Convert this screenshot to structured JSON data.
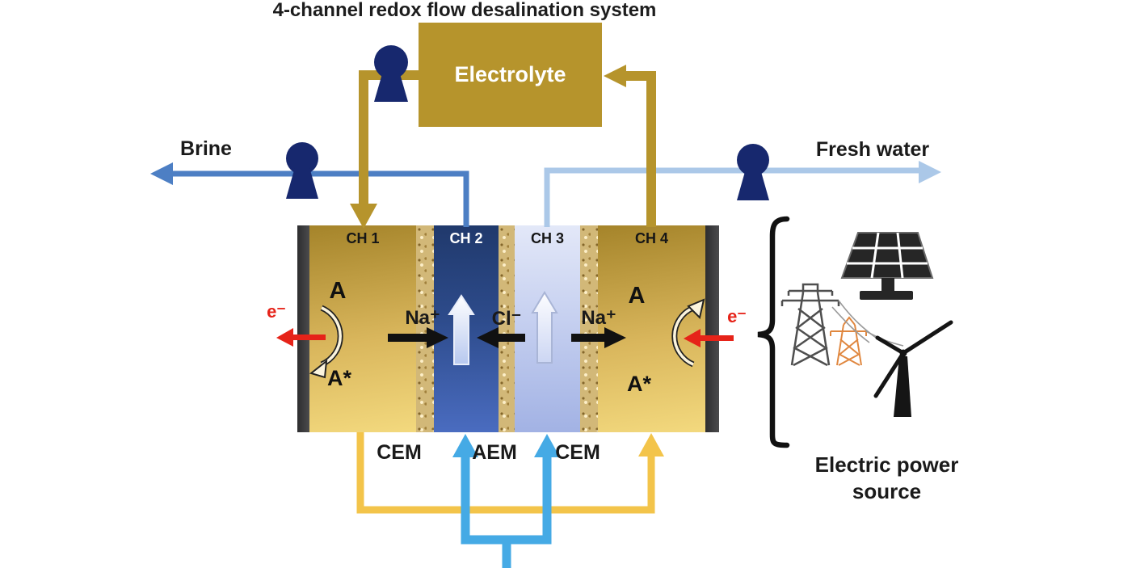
{
  "title": "4-channel redox flow desalination system",
  "electrolyte": {
    "label": "Electrolyte"
  },
  "streams": {
    "brine_label": "Brine",
    "fresh_water_label": "Fresh water"
  },
  "cell": {
    "channel_labels": [
      "CH 1",
      "CH 2",
      "CH 3",
      "CH 4"
    ],
    "membrane_labels": [
      "CEM",
      "AEM",
      "CEM"
    ],
    "redox_species": {
      "active": "A",
      "charged": "A*"
    },
    "ion_labels": {
      "na_left": "Na⁺",
      "cl": "Cl⁻",
      "na_right": "Na⁺"
    },
    "electron_label": "e⁻"
  },
  "power_source": {
    "label_line1": "Electric power",
    "label_line2": "source",
    "icons": [
      "solar-panel-icon",
      "transmission-tower-icon",
      "wind-turbine-icon",
      "pump-icon"
    ]
  },
  "colors": {
    "electrolyte_gold": "#b6942c",
    "bottom_yellow": "#f3c44a",
    "brine_blue": "#4d7fc4",
    "fresh_water_blue": "#abc8e8",
    "feed_cyan": "#45aae5",
    "pump_navy": "#17286e",
    "electron_red": "#e62319"
  }
}
